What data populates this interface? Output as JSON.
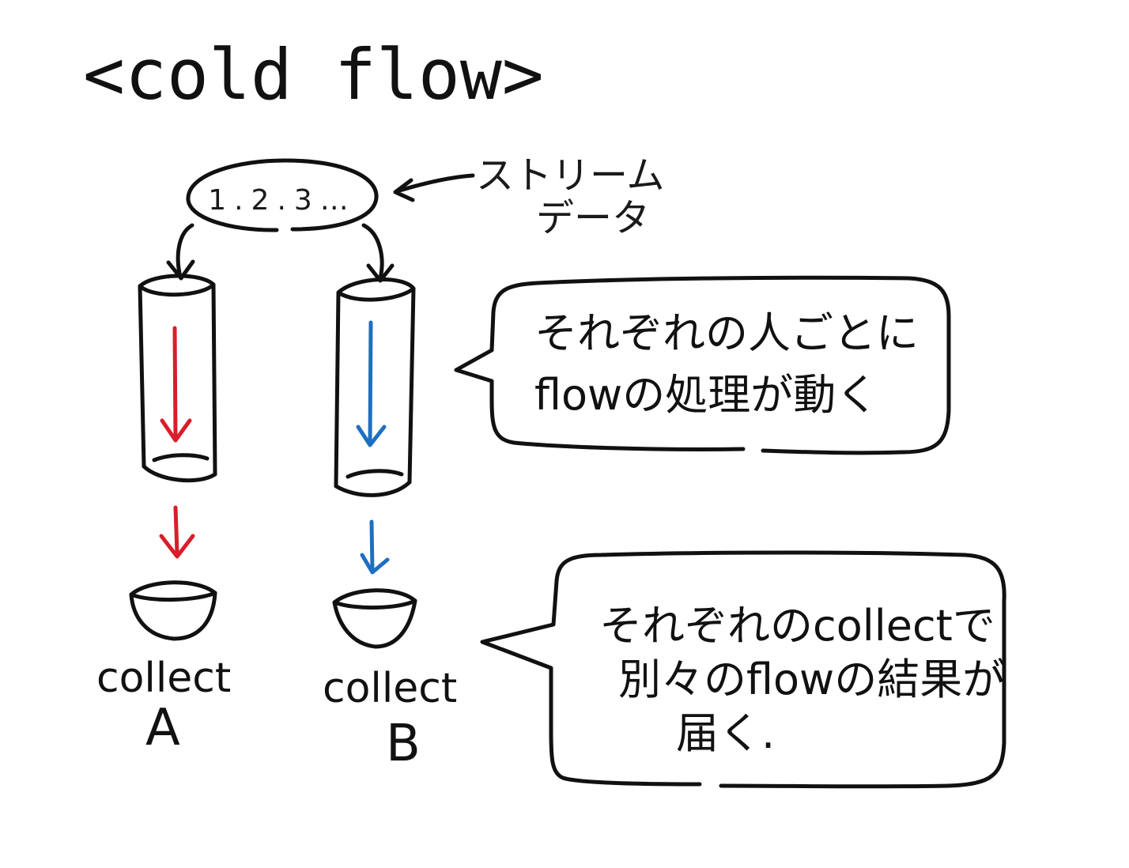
{
  "title": "<cold flow>",
  "stream": {
    "values": "1.2.3…",
    "note_line1": "ストリーム",
    "note_line2": "データ"
  },
  "bubble_top": {
    "line1": "それぞれの人ごとに",
    "line2": "flowの処理が動く"
  },
  "bubble_bottom": {
    "line1": "それぞれのcollectで",
    "line2": "別々のflowの結果が",
    "line3": "届く."
  },
  "collectors": [
    {
      "label": "collect",
      "letter": "A",
      "color": "#d81e2a"
    },
    {
      "label": "collect",
      "letter": "B",
      "color": "#1f6fc0"
    }
  ]
}
